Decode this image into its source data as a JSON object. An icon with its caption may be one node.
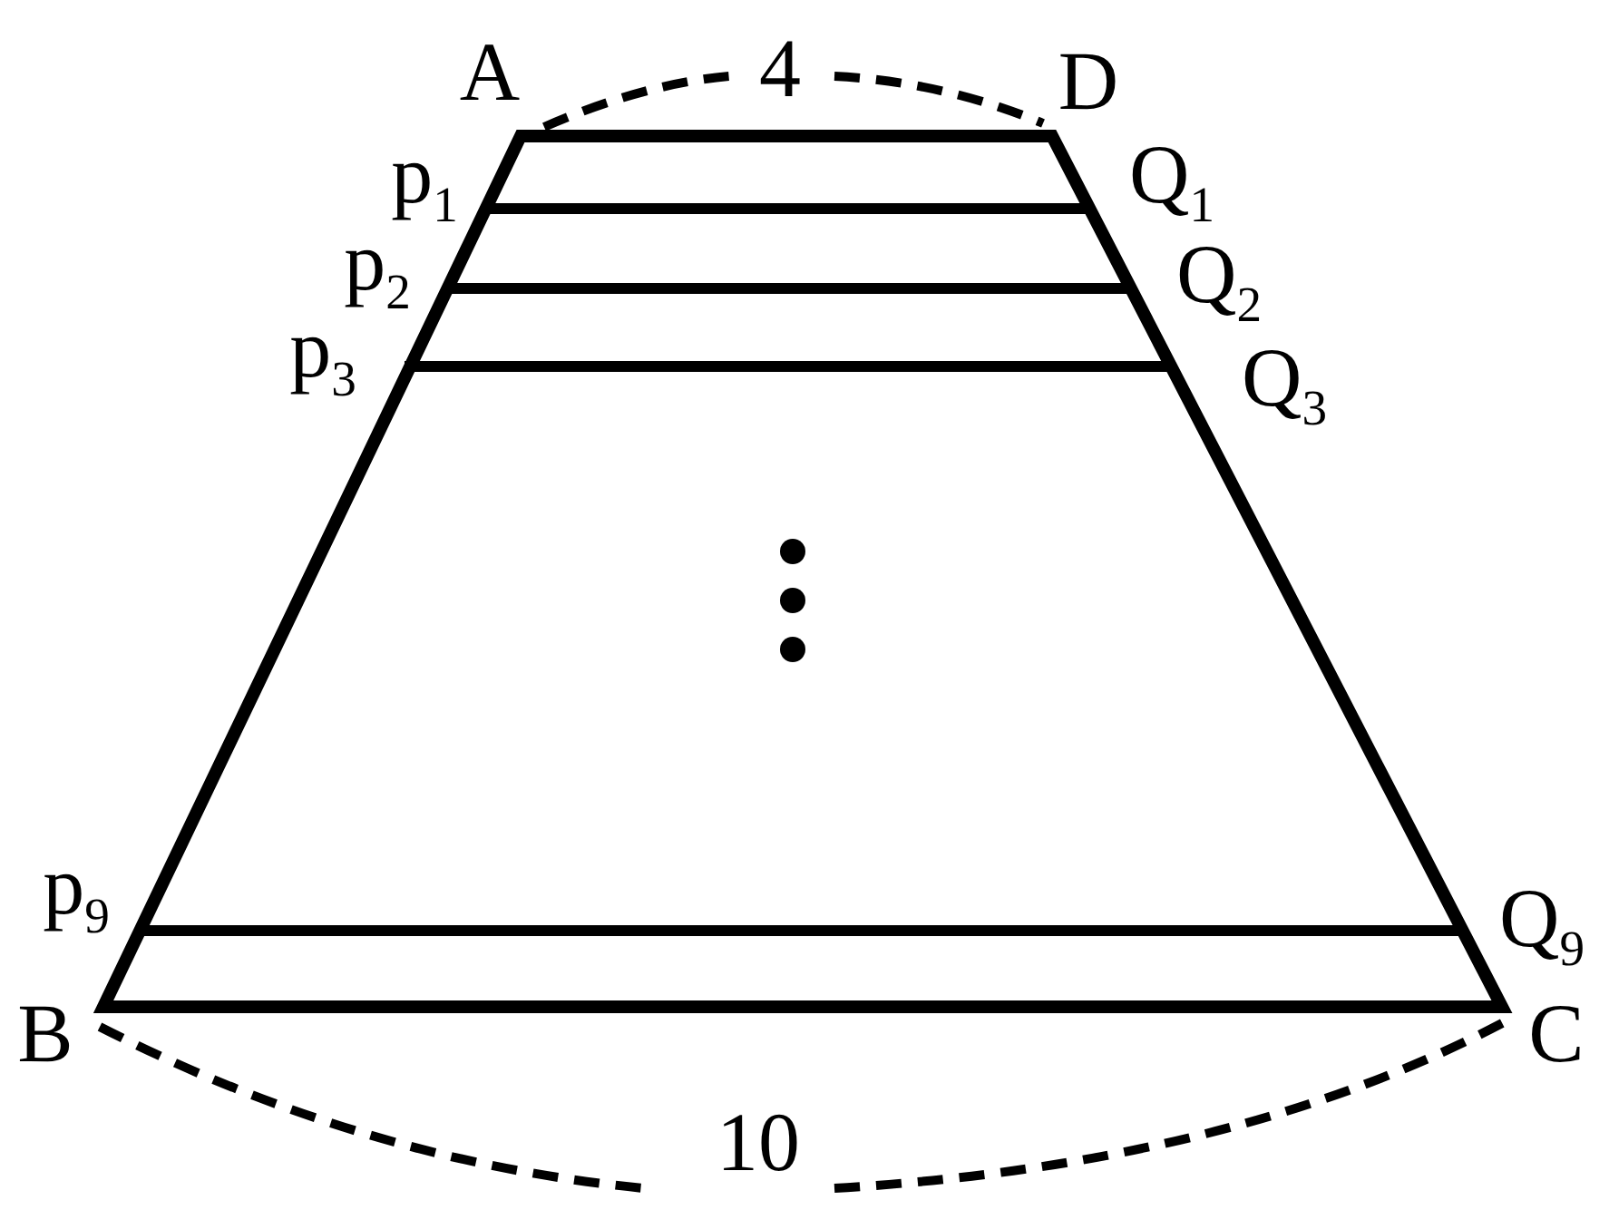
{
  "diagram": {
    "labels": [
      "A",
      "4",
      "D",
      "p$_{1}$",
      "Q$_{1}$",
      "p$_{2}$",
      "Q$_{2}$",
      "p$_{3}$",
      "Q$_{3}$",
      "p$_{9}$",
      "Q$_{9}$",
      "B",
      "C",
      "10"
    ]
  }
}
